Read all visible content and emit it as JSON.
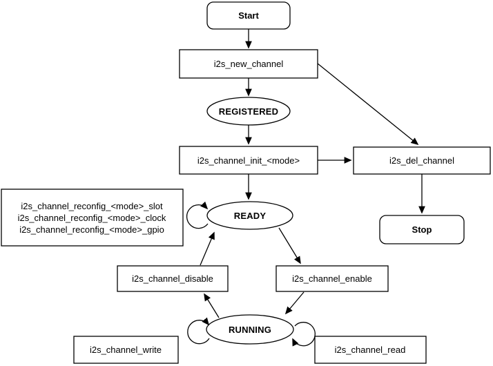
{
  "diagram": {
    "nodes": {
      "start": {
        "label": "Start",
        "shape": "rounded-rect"
      },
      "new_channel": {
        "label": "i2s_new_channel",
        "shape": "rect"
      },
      "registered": {
        "label": "REGISTERED",
        "shape": "ellipse"
      },
      "init": {
        "label": "i2s_channel_init_<mode>",
        "shape": "rect"
      },
      "del_channel": {
        "label": "i2s_del_channel",
        "shape": "rect"
      },
      "stop": {
        "label": "Stop",
        "shape": "rounded-rect"
      },
      "reconfig": {
        "shape": "rect",
        "lines": [
          "i2s_channel_reconfig_<mode>_slot",
          "i2s_channel_reconfig_<mode>_clock",
          "i2s_channel_reconfig_<mode>_gpio"
        ]
      },
      "ready": {
        "label": "READY",
        "shape": "ellipse"
      },
      "disable": {
        "label": "i2s_channel_disable",
        "shape": "rect"
      },
      "enable": {
        "label": "i2s_channel_enable",
        "shape": "rect"
      },
      "running": {
        "label": "RUNNING",
        "shape": "ellipse"
      },
      "write": {
        "label": "i2s_channel_write",
        "shape": "rect"
      },
      "read": {
        "label": "i2s_channel_read",
        "shape": "rect"
      }
    },
    "edges": [
      {
        "from": "Start",
        "to": "i2s_new_channel"
      },
      {
        "from": "i2s_new_channel",
        "to": "REGISTERED"
      },
      {
        "from": "i2s_new_channel",
        "to": "i2s_del_channel"
      },
      {
        "from": "REGISTERED",
        "to": "i2s_channel_init_<mode>"
      },
      {
        "from": "i2s_channel_init_<mode>",
        "to": "i2s_del_channel"
      },
      {
        "from": "i2s_channel_init_<mode>",
        "to": "READY"
      },
      {
        "from": "i2s_del_channel",
        "to": "Stop"
      },
      {
        "from": "READY",
        "to": "READY"
      },
      {
        "from": "READY",
        "to": "i2s_channel_enable"
      },
      {
        "from": "i2s_channel_enable",
        "to": "RUNNING"
      },
      {
        "from": "RUNNING",
        "to": "i2s_channel_disable"
      },
      {
        "from": "i2s_channel_disable",
        "to": "READY"
      },
      {
        "from": "RUNNING",
        "to": "RUNNING"
      },
      {
        "from": "RUNNING",
        "to": "RUNNING"
      }
    ],
    "colors": {
      "state_text": "#0066CC",
      "stroke": "#000000",
      "fill": "#FFFFFF"
    }
  }
}
